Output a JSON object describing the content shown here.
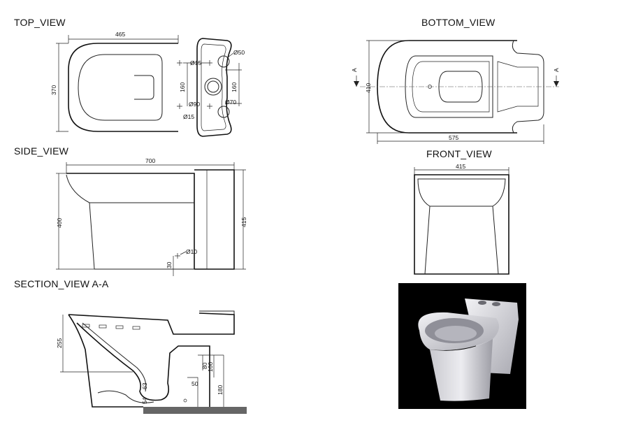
{
  "views": {
    "top": "TOP_VIEW",
    "bottom": "BOTTOM_VIEW",
    "side": "SIDE_VIEW",
    "front": "FRONT_VIEW",
    "section": "SECTION_VIEW  A-A"
  },
  "top_dims": {
    "width": "465",
    "height": "370",
    "d50": "Ø50",
    "d15_top": "Ø15",
    "d15_bottom": "Ø15",
    "d90": "Ø90",
    "d70": "Ø70",
    "spacing_left": "160",
    "spacing_right": "160"
  },
  "bottom_dims": {
    "width": "575",
    "height": "410",
    "marker_left": "A",
    "marker_right": "A"
  },
  "side_dims": {
    "length": "700",
    "height_left": "400",
    "height_right": "415",
    "d10": "Ø10",
    "inlet_height": "30"
  },
  "front_dims": {
    "width": "415"
  },
  "section_dims": {
    "h255": "255",
    "h80": "80",
    "h100": "100",
    "h180": "180",
    "h50": "50",
    "h63": "63",
    "h54": "54"
  },
  "colors": {
    "line": "#222222",
    "photo_bg": "#000000",
    "ceramic": "#e6e6ea"
  }
}
